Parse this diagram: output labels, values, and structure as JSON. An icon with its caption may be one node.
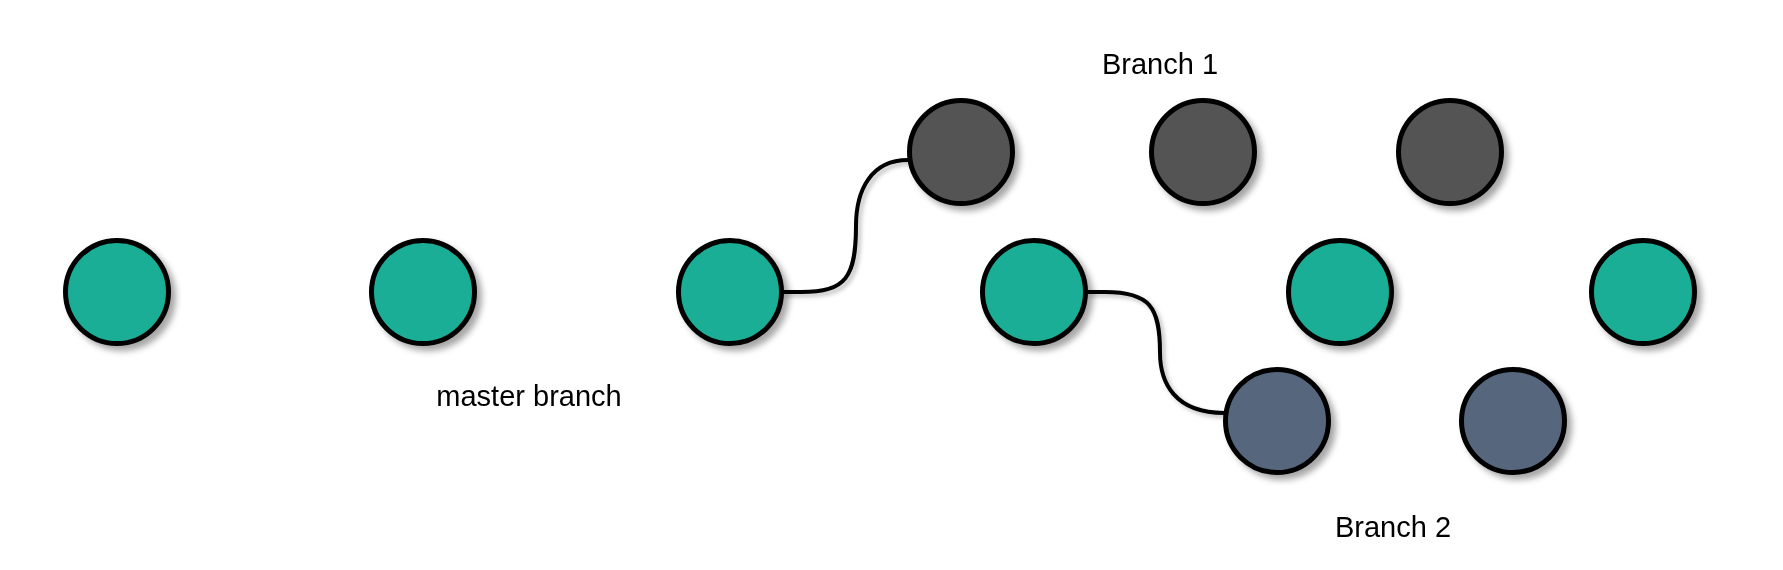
{
  "diagram": {
    "nodes": [
      {
        "text": [],
        "shape": "circle"
      },
      {
        "text": [],
        "shape": "circle"
      },
      {
        "text": [],
        "shape": "circle"
      },
      {
        "text": [],
        "shape": "circle"
      },
      {
        "text": [],
        "shape": "circle"
      },
      {
        "text": [],
        "shape": "circle"
      },
      {
        "text": [],
        "shape": "circle"
      },
      {
        "text": [],
        "shape": "circle"
      },
      {
        "text": [],
        "shape": "circle"
      },
      {
        "text": [],
        "shape": "circle"
      },
      {
        "text": [],
        "shape": "circle"
      }
    ],
    "edges": [
      {
        "from": 0,
        "to": 1,
        "arrow": "none"
      },
      {
        "from": 1,
        "to": 2,
        "arrow": "none"
      },
      {
        "from": 2,
        "to": 3,
        "arrow": "none"
      },
      {
        "from": 3,
        "to": 4,
        "arrow": "none"
      },
      {
        "from": 4,
        "to": 5,
        "arrow": "none"
      },
      {
        "from": 2,
        "to": 6,
        "arrow": "none"
      },
      {
        "from": 6,
        "to": 7,
        "arrow": "none"
      },
      {
        "from": 7,
        "to": 8,
        "arrow": "none"
      },
      {
        "from": 3,
        "to": 9,
        "arrow": "none"
      },
      {
        "from": 9,
        "to": 10,
        "arrow": "none"
      }
    ],
    "labels": [
      "Branch 1",
      "master branch",
      "Branch 2"
    ]
  }
}
